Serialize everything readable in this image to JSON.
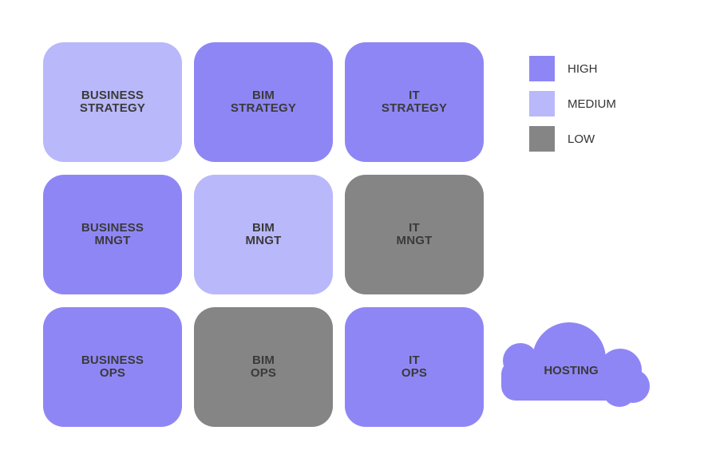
{
  "colors": {
    "high": "#8f86f5",
    "medium": "#b9b8fa",
    "low": "#858585"
  },
  "tiles": [
    {
      "line1": "BUSINESS",
      "line2": "STRATEGY",
      "level": "MEDIUM"
    },
    {
      "line1": "BIM",
      "line2": "STRATEGY",
      "level": "HIGH"
    },
    {
      "line1": "IT",
      "line2": "STRATEGY",
      "level": "HIGH"
    },
    {
      "line1": "BUSINESS",
      "line2": "MNGT",
      "level": "HIGH"
    },
    {
      "line1": "BIM",
      "line2": "MNGT",
      "level": "MEDIUM"
    },
    {
      "line1": "IT",
      "line2": "MNGT",
      "level": "LOW"
    },
    {
      "line1": "BUSINESS",
      "line2": "OPS",
      "level": "HIGH"
    },
    {
      "line1": "BIM",
      "line2": "OPS",
      "level": "LOW"
    },
    {
      "line1": "IT",
      "line2": "OPS",
      "level": "HIGH"
    }
  ],
  "legend": [
    {
      "label": "HIGH"
    },
    {
      "label": "MEDIUM"
    },
    {
      "label": "LOW"
    }
  ],
  "cloud": {
    "label": "HOSTING",
    "level": "HIGH"
  }
}
